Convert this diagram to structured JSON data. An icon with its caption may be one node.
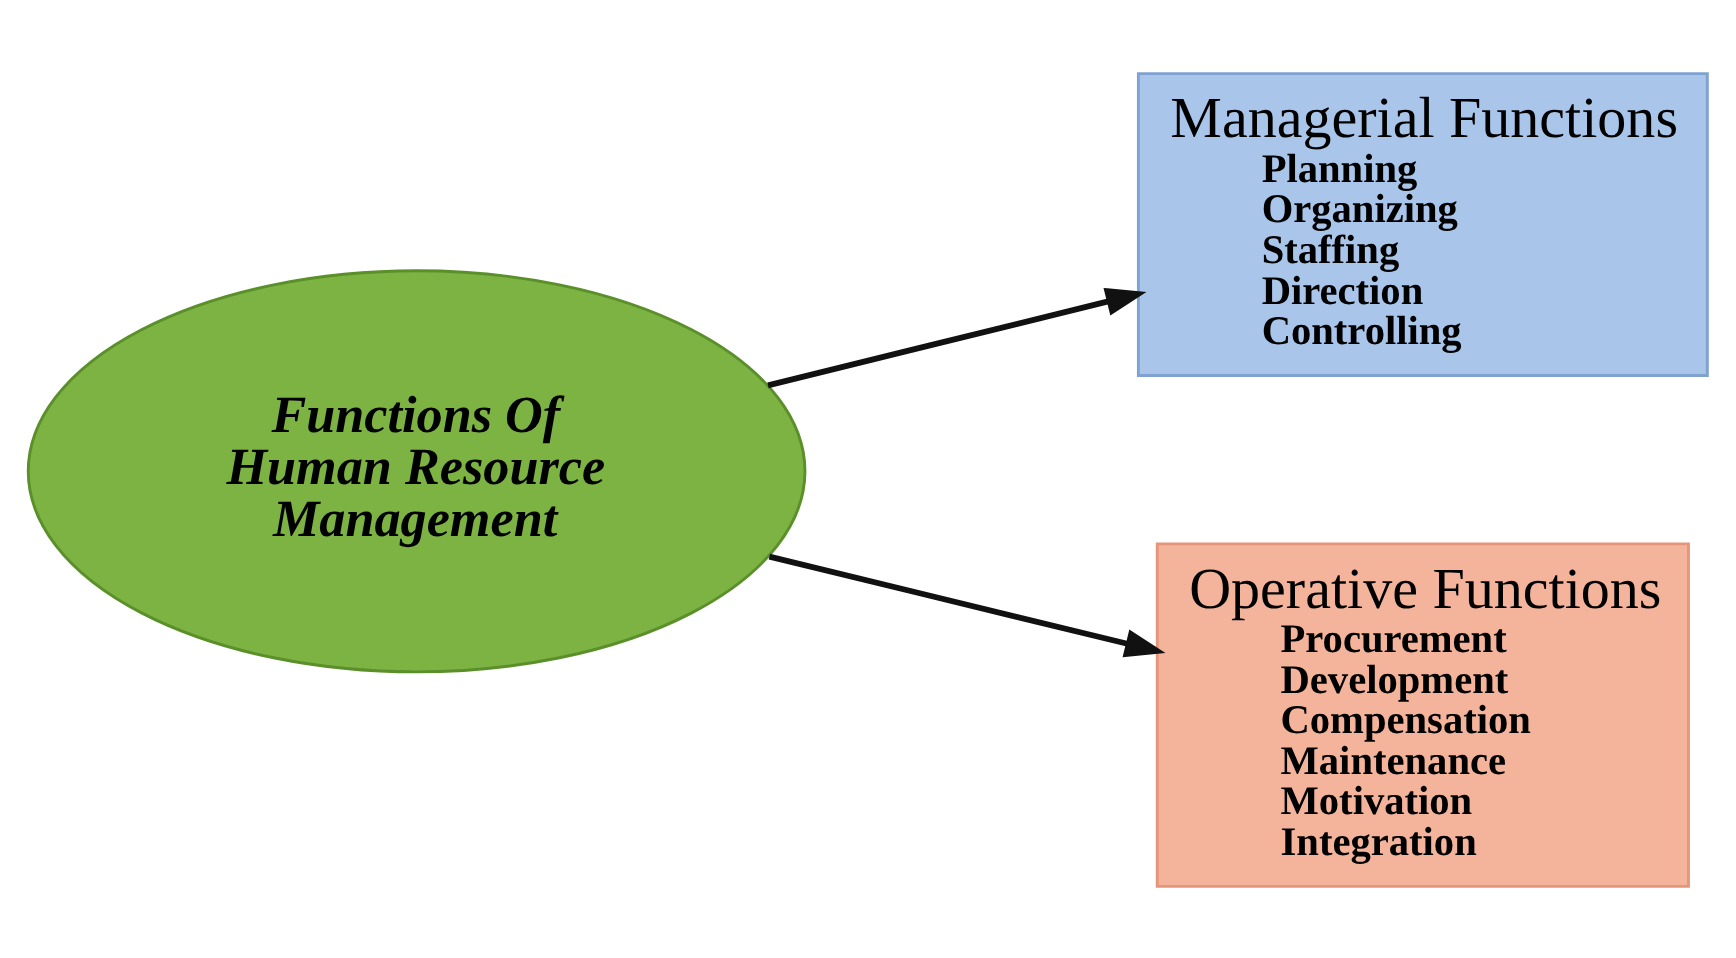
{
  "diagram": {
    "nodes": [
      {
        "text": [
          "Functions Of Human Resource Management"
        ]
      },
      {
        "text": [
          "Managerial Functions",
          "Planning",
          "Organizing",
          "Staffing",
          "Direction",
          "Controlling"
        ]
      },
      {
        "text": [
          "Operative Functions",
          "Procurement",
          "Development",
          "Compensation",
          "Maintenance",
          "Motivation",
          "Integration"
        ]
      }
    ],
    "edges": [
      {
        "from": 0,
        "to": 1,
        "arrow": "to"
      },
      {
        "from": 0,
        "to": 2,
        "arrow": "to"
      }
    ]
  }
}
